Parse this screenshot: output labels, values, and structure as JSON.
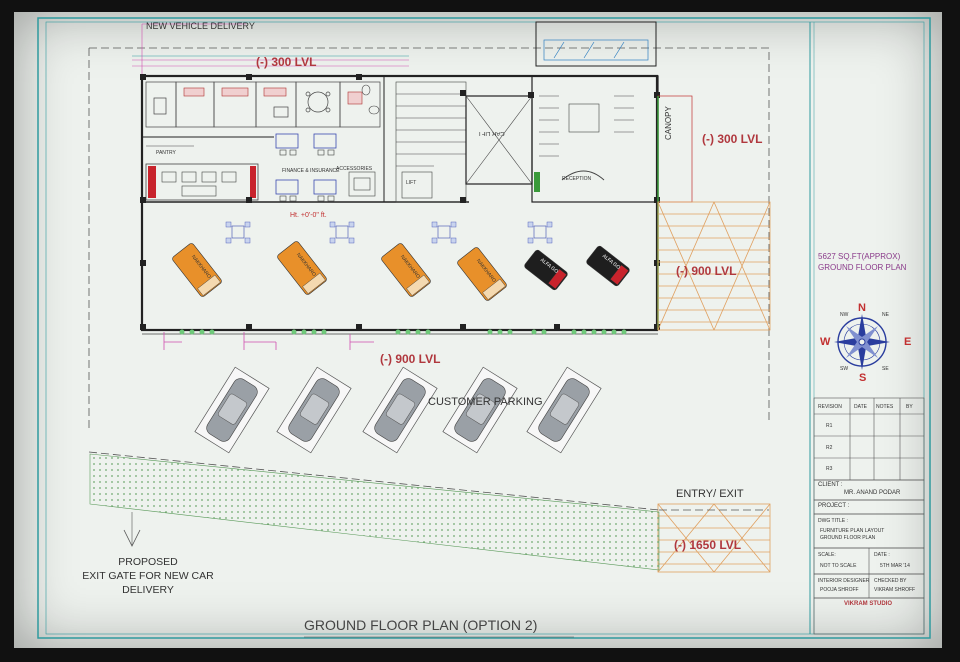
{
  "labels": {
    "new_vehicle_delivery": "NEW VEHICLE DELIVERY",
    "lvl_300_top": "(-) 300 LVL",
    "lvl_300_right": "(-) 300 LVL",
    "lvl_900_right": "(-) 900 LVL",
    "lvl_900_bottom": "(-) 900 LVL",
    "lvl_1650": "(-) 1650 LVL",
    "canopy": "CANOPY",
    "height_note": "Ht. +0'-0\" ft.",
    "customer_parking": "CUSTOMER PARKING",
    "entry_exit": "ENTRY/ EXIT",
    "proposed_line1": "PROPOSED",
    "proposed_line2": "EXIT GATE FOR NEW CAR",
    "proposed_line3": "DELIVERY",
    "plan_title": "GROUND FLOOR PLAN (OPTION 2)",
    "car_lift": "CAR LIFT",
    "reception": "RECEPTION",
    "pantry": "PANTRY",
    "finance": "FINANCE & INSURANCE",
    "accessories": "ACCESSORIES",
    "lift": "LIFT"
  },
  "display_cars": [
    "NAKKHARO",
    "NAKKHARO",
    "NAKKHARO",
    "NAKKHARO",
    "ALFA GO",
    "ALFA GO"
  ],
  "title_block": {
    "area": "5627 SQ.FT(APPROX)",
    "floor": "GROUND FLOOR PLAN",
    "compass": {
      "n": "N",
      "s": "S",
      "e": "E",
      "w": "W",
      "ne": "NE",
      "nw": "NW",
      "se": "SE",
      "sw": "SW"
    },
    "revision_headers": [
      "REVISION",
      "DATE",
      "NOTES",
      "BY"
    ],
    "revisions": [
      "R1",
      "R2",
      "R3"
    ],
    "client_label": "CLIENT :",
    "client_name": "MR. ANAND PODAR",
    "project_label": "PROJECT :",
    "dwg_title_label": "DWG TITLE :",
    "dwg_title_1": "FURNITURE PLAN LAYOUT",
    "dwg_title_2": "GROUND FLOOR PLAN",
    "scale_label": "SCALE:",
    "scale_value": "NOT TO SCALE",
    "date_label": "DATE :",
    "date_value": "5TH MAR '14",
    "designer_label": "INTERIOR DESIGNER",
    "designer_name": "POOJA SHROFF",
    "checked_label": "CHECKED BY",
    "checked_name": "VIKRAM SHROFF",
    "studio": "VIKRAM STUDIO"
  },
  "colors": {
    "level_text": "#b0383e",
    "car_display": "#e8902a",
    "car_red": "#c8232c",
    "compass": "#2a3d9e",
    "hatch": "#e0a060",
    "green_strip": "#6fc97a",
    "title_block_text": "#8a3a8a"
  }
}
